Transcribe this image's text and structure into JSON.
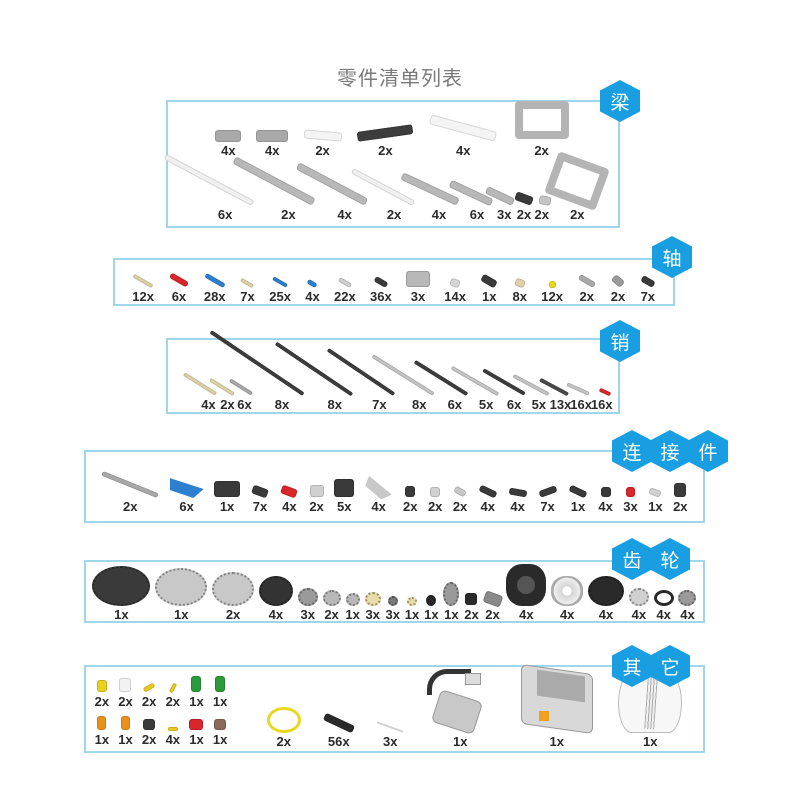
{
  "title": "零件清单列表",
  "colors": {
    "badge": "#1a9ee2",
    "border": "#9fd6ea"
  },
  "sections": [
    {
      "id": "beams",
      "badge": [
        "梁"
      ],
      "rows": [
        [
          {
            "qty": "4x",
            "part": "l-beam",
            "color": "#a9a9a9"
          },
          {
            "qty": "4x",
            "part": "l-beam-long",
            "color": "#a9a9a9"
          },
          {
            "qty": "2x",
            "part": "bent-beam-small",
            "color": "#f4f4f4"
          },
          {
            "qty": "2x",
            "part": "bent-beam",
            "color": "#3d3d3d"
          },
          {
            "qty": "4x",
            "part": "bent-beam-long",
            "color": "#f4f4f4"
          },
          {
            "qty": "2x",
            "part": "frame",
            "color": "#b4b4b4"
          }
        ],
        [
          {
            "qty": "6x",
            "part": "beam-15",
            "color": "#f0f0f0"
          },
          {
            "qty": "2x",
            "part": "beam-13",
            "color": "#b8b8b8"
          },
          {
            "qty": "4x",
            "part": "beam-11",
            "color": "#b8b8b8"
          },
          {
            "qty": "2x",
            "part": "beam-11w",
            "color": "#f0f0f0"
          },
          {
            "qty": "4x",
            "part": "beam-9",
            "color": "#b8b8b8"
          },
          {
            "qty": "6x",
            "part": "beam-7",
            "color": "#b8b8b8"
          },
          {
            "qty": "3x",
            "part": "beam-5",
            "color": "#b8b8b8"
          },
          {
            "qty": "2x",
            "part": "beam-3",
            "color": "#3a3a3a"
          },
          {
            "qty": "2x",
            "part": "beam-2",
            "color": "#c4c4c4"
          },
          {
            "qty": "2x",
            "part": "h-frame",
            "color": "#b4b4b4"
          }
        ]
      ]
    },
    {
      "id": "axles",
      "badge": [
        "轴"
      ],
      "rows": [
        [
          {
            "qty": "12x",
            "part": "axle-pin",
            "color": "#dcd2a8"
          },
          {
            "qty": "6x",
            "part": "axle-pin-red",
            "color": "#d8262b"
          },
          {
            "qty": "28x",
            "part": "axle-pin-long",
            "color": "#2d7fcf"
          },
          {
            "qty": "7x",
            "part": "pin-tan",
            "color": "#dcd2a8"
          },
          {
            "qty": "25x",
            "part": "pin-blue",
            "color": "#2d7fcf"
          },
          {
            "qty": "4x",
            "part": "pin-blue-short",
            "color": "#2d7fcf"
          },
          {
            "qty": "22x",
            "part": "pin-gray",
            "color": "#cfcfcf"
          },
          {
            "qty": "36x",
            "part": "pin-black",
            "color": "#3a3a3a"
          },
          {
            "qty": "3x",
            "part": "cross-block",
            "color": "#b8b8b8"
          },
          {
            "qty": "14x",
            "part": "bush",
            "color": "#d4d4d4"
          },
          {
            "qty": "1x",
            "part": "pin-black-long",
            "color": "#3a3a3a"
          },
          {
            "qty": "8x",
            "part": "bush-tan",
            "color": "#e0d0a8"
          },
          {
            "qty": "12x",
            "part": "bush-yellow",
            "color": "#e8d820"
          },
          {
            "qty": "2x",
            "part": "ball-joint",
            "color": "#a9a9a9"
          },
          {
            "qty": "2x",
            "part": "pin-cap",
            "color": "#9a9a9a"
          },
          {
            "qty": "7x",
            "part": "connector-black",
            "color": "#3a3a3a"
          }
        ]
      ]
    },
    {
      "id": "pins",
      "badge": [
        "销"
      ],
      "rows": [
        [
          {
            "qty": "4x",
            "part": "axle-4",
            "color": "#dcd2a8"
          },
          {
            "qty": "2x",
            "part": "axle-3",
            "color": "#dcd2a8"
          },
          {
            "qty": "6x",
            "part": "axle-3g",
            "color": "#a9a9a9"
          },
          {
            "qty": "8x",
            "part": "axle-12",
            "color": "#3d3d3d"
          },
          {
            "qty": "8x",
            "part": "axle-10",
            "color": "#3d3d3d"
          },
          {
            "qty": "7x",
            "part": "axle-9",
            "color": "#3d3d3d"
          },
          {
            "qty": "8x",
            "part": "axle-8g",
            "color": "#c4c4c4"
          },
          {
            "qty": "6x",
            "part": "axle-7",
            "color": "#3d3d3d"
          },
          {
            "qty": "5x",
            "part": "axle-6g",
            "color": "#c4c4c4"
          },
          {
            "qty": "6x",
            "part": "axle-5",
            "color": "#3d3d3d"
          },
          {
            "qty": "5x",
            "part": "axle-4g",
            "color": "#c4c4c4"
          },
          {
            "qty": "13x",
            "part": "axle-3d",
            "color": "#4a4a4a"
          },
          {
            "qty": "16x",
            "part": "axle-2g",
            "color": "#c4c4c4"
          },
          {
            "qty": "16x",
            "part": "axle-2r",
            "color": "#d8262b"
          }
        ]
      ]
    },
    {
      "id": "connectors",
      "badge": [
        "连",
        "接",
        "件"
      ],
      "rows": [
        [
          {
            "qty": "2x",
            "part": "beam-long",
            "color": "#a9a9a9"
          },
          {
            "qty": "6x",
            "part": "triangle-blue",
            "color": "#2d7fcf"
          },
          {
            "qty": "1x",
            "part": "c-connector",
            "color": "#3a3a3a"
          },
          {
            "qty": "7x",
            "part": "connector-small",
            "color": "#3a3a3a"
          },
          {
            "qty": "4x",
            "part": "connector-red",
            "color": "#d8262b"
          },
          {
            "qty": "2x",
            "part": "connector-gray",
            "color": "#d0d0d0"
          },
          {
            "qty": "5x",
            "part": "t-block",
            "color": "#3a3a3a"
          },
          {
            "qty": "4x",
            "part": "triangle-gray",
            "color": "#c8c8c8"
          },
          {
            "qty": "2x",
            "part": "cube-black",
            "color": "#3a3a3a"
          },
          {
            "qty": "2x",
            "part": "cube-gray",
            "color": "#d0d0d0"
          },
          {
            "qty": "2x",
            "part": "bush-gray",
            "color": "#c8c8c8"
          },
          {
            "qty": "4x",
            "part": "angle-connector",
            "color": "#3a3a3a"
          },
          {
            "qty": "4x",
            "part": "angle-connector-2",
            "color": "#3a3a3a"
          },
          {
            "qty": "7x",
            "part": "angle-connector-3",
            "color": "#3a3a3a"
          },
          {
            "qty": "1x",
            "part": "angle-connector-4",
            "color": "#3a3a3a"
          },
          {
            "qty": "4x",
            "part": "connector-tiny",
            "color": "#3a3a3a"
          },
          {
            "qty": "3x",
            "part": "connector-red-tiny",
            "color": "#d8262b"
          },
          {
            "qty": "1x",
            "part": "bush-light",
            "color": "#d0d0d0"
          },
          {
            "qty": "2x",
            "part": "tri-connector",
            "color": "#3a3a3a"
          }
        ]
      ]
    },
    {
      "id": "gears",
      "badge": [
        "齿",
        "轮"
      ],
      "rows": [
        [
          {
            "qty": "1x",
            "part": "turntable-black",
            "color": "#3a3a3a"
          },
          {
            "qty": "1x",
            "part": "turntable-gray",
            "color": "#c8c8c8"
          },
          {
            "qty": "2x",
            "part": "gear-36",
            "color": "#c8c8c8"
          },
          {
            "qty": "4x",
            "part": "gear-24-black",
            "color": "#333333"
          },
          {
            "qty": "3x",
            "part": "gear-20",
            "color": "#9a9a9a"
          },
          {
            "qty": "2x",
            "part": "gear-16",
            "color": "#b8b8b8"
          },
          {
            "qty": "1x",
            "part": "gear-12",
            "color": "#b8b8b8"
          },
          {
            "qty": "3x",
            "part": "gear-12-tan",
            "color": "#e8dca8"
          },
          {
            "qty": "3x",
            "part": "gear-8",
            "color": "#7a7a7a"
          },
          {
            "qty": "1x",
            "part": "gear-8-tan",
            "color": "#e8dca8"
          },
          {
            "qty": "1x",
            "part": "gear-8-black",
            "color": "#2a2a2a"
          },
          {
            "qty": "1x",
            "part": "pulley",
            "color": "#9a9a9a"
          },
          {
            "qty": "2x",
            "part": "worm",
            "color": "#2a2a2a"
          },
          {
            "qty": "2x",
            "part": "cam",
            "color": "#8a8a8a"
          },
          {
            "qty": "4x",
            "part": "tire",
            "color": "#2a2a2a"
          },
          {
            "qty": "4x",
            "part": "rim",
            "color": "#d4d4d4"
          },
          {
            "qty": "4x",
            "part": "wheel-black",
            "color": "#2a2a2a"
          },
          {
            "qty": "4x",
            "part": "hub-gray",
            "color": "#d0d0d0"
          },
          {
            "qty": "4x",
            "part": "o-ring",
            "color": "#2a2a2a"
          },
          {
            "qty": "4x",
            "part": "hub-dark",
            "color": "#9a9a9a"
          }
        ]
      ]
    },
    {
      "id": "others",
      "badge": [
        "其",
        "它"
      ],
      "small_top": [
        {
          "qty": "2x",
          "part": "round-brick-yellow",
          "color": "#e8d020"
        },
        {
          "qty": "2x",
          "part": "sail-white",
          "color": "#f2f2f2"
        },
        {
          "qty": "2x",
          "part": "hook-yellow",
          "color": "#e8c820"
        },
        {
          "qty": "2x",
          "part": "arc-yellow",
          "color": "#e8c820"
        },
        {
          "qty": "1x",
          "part": "figure-green",
          "color": "#2a9a3a"
        },
        {
          "qty": "1x",
          "part": "figure-green-2",
          "color": "#2a9a3a"
        }
      ],
      "small_bottom": [
        {
          "qty": "1x",
          "part": "figure-orange",
          "color": "#e8921a"
        },
        {
          "qty": "1x",
          "part": "figure-orange-2",
          "color": "#e8921a"
        },
        {
          "qty": "2x",
          "part": "claw-black",
          "color": "#3a3a3a"
        },
        {
          "qty": "4x",
          "part": "key-yellow",
          "color": "#e8c820"
        },
        {
          "qty": "1x",
          "part": "cap-red",
          "color": "#d8262b"
        },
        {
          "qty": "1x",
          "part": "rock-brown",
          "color": "#8a6a5a"
        }
      ],
      "large": [
        {
          "qty": "2x",
          "part": "rubber-band",
          "color": "#e8d820"
        },
        {
          "qty": "56x",
          "part": "track-link",
          "color": "#2a2a2a"
        },
        {
          "qty": "3x",
          "part": "string",
          "color": "#eeeeee"
        },
        {
          "qty": "1x",
          "part": "motor",
          "color": "#c8c8c8"
        },
        {
          "qty": "1x",
          "part": "battery-box",
          "color": "#c8c8c8"
        },
        {
          "qty": "1x",
          "part": "bag",
          "color": "#f7f7f7"
        }
      ]
    }
  ]
}
